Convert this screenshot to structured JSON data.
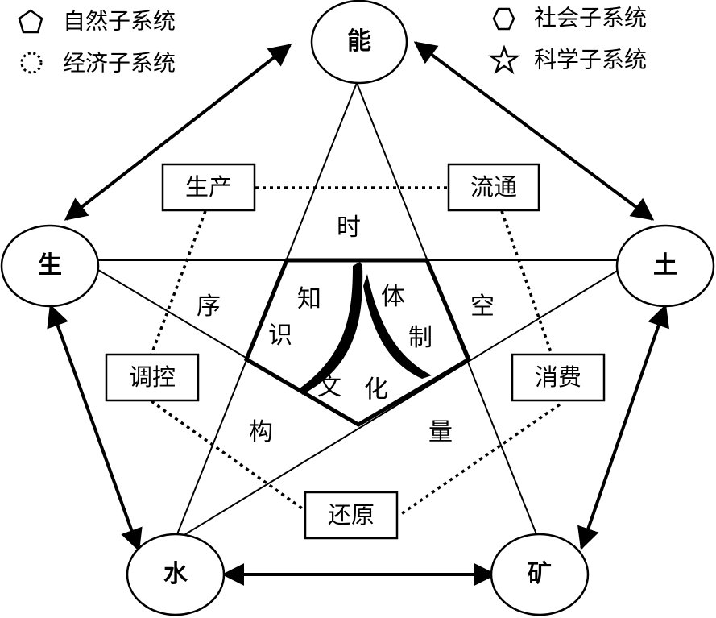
{
  "legend": [
    {
      "icon": "pentagon-outline-icon",
      "label": "自然子系统"
    },
    {
      "icon": "hexagon-outline-icon",
      "label": "社会子系统"
    },
    {
      "icon": "dotted-circle-icon",
      "label": "经济子系统"
    },
    {
      "icon": "star-outline-icon",
      "label": "科学子系统"
    }
  ],
  "nodes": {
    "top": "能",
    "left": "生",
    "right": "土",
    "bottom_left": "水",
    "bottom_right": "矿"
  },
  "boxes": {
    "production": "生产",
    "circulation": "流通",
    "regulation": "调控",
    "consumption": "消费",
    "reduction": "还原"
  },
  "regions": {
    "top": "时",
    "left": "序",
    "right": "空",
    "bottom_left": "构",
    "bottom_right": "量"
  },
  "center": {
    "zhi": "知",
    "shi": "识",
    "ti": "体",
    "zhi2": "制",
    "wen": "文",
    "hua": "化"
  }
}
